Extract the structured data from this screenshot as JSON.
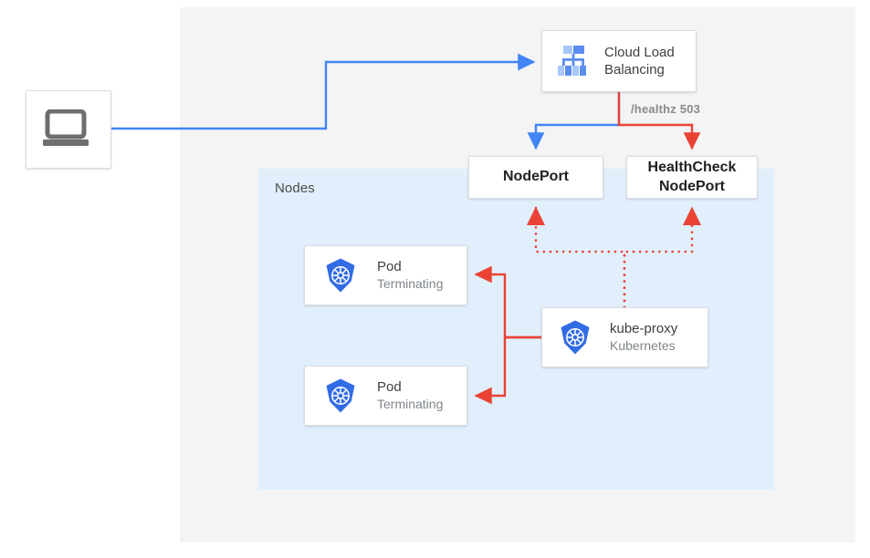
{
  "diagram": {
    "title_region_label": "Nodes",
    "colors": {
      "blue": "#4285f4",
      "red": "#ea4335",
      "panel_gray": "#f4f4f5",
      "nodes_blue": "#e1effc",
      "k8s_blue": "#326ce5",
      "card_border": "#dadce0",
      "text_primary": "#3c4043",
      "text_secondary": "#80868b"
    },
    "edge_label": "/healthz 503"
  },
  "nodes": {
    "client": {
      "icon": "laptop-icon"
    },
    "cloud_load_balancing": {
      "label_line1": "Cloud Load",
      "label_line2": "Balancing",
      "icon": "cloud-load-balancing-icon"
    },
    "nodeport": {
      "label": "NodePort"
    },
    "healthcheck_nodeport": {
      "label_line1": "HealthCheck",
      "label_line2": "NodePort"
    },
    "pod1": {
      "title": "Pod",
      "subtitle": "Terminating",
      "icon": "kubernetes-icon"
    },
    "pod2": {
      "title": "Pod",
      "subtitle": "Terminating",
      "icon": "kubernetes-icon"
    },
    "kube_proxy": {
      "title": "kube-proxy",
      "subtitle": "Kubernetes",
      "icon": "kubernetes-icon"
    }
  }
}
